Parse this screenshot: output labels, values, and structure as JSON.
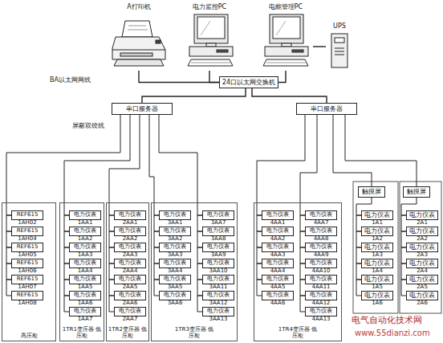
{
  "diagram": {
    "nodes": [
      {
        "text": [
          "A打印机"
        ]
      },
      {
        "text": [
          "电力监控PC"
        ]
      },
      {
        "text": [
          "电能管理PC"
        ]
      },
      {
        "text": [
          "UPS"
        ]
      },
      {
        "text": [
          "24口以太网交换机"
        ]
      },
      {
        "text": [
          "串口服务器"
        ]
      },
      {
        "text": [
          "串口服务器"
        ]
      },
      {
        "text": [
          "高压柜"
        ]
      },
      {
        "text": [
          "REF615",
          "1AH02"
        ],
        "in": 7
      },
      {
        "text": [
          "REF615",
          "1AH04"
        ],
        "in": 7
      },
      {
        "text": [
          "REF615",
          "1AH05"
        ],
        "in": 7
      },
      {
        "text": [
          "REF615",
          "1AH06"
        ],
        "in": 7
      },
      {
        "text": [
          "REF615",
          "1AH07"
        ],
        "in": 7
      },
      {
        "text": [
          "REF615",
          "1AH08"
        ],
        "in": 7
      },
      {
        "text": [
          "1TR1变压器 低压柜"
        ]
      },
      {
        "text": [
          "电力仪表",
          "1AA1"
        ],
        "in": 14
      },
      {
        "text": [
          "电力仪表",
          "1AA2"
        ],
        "in": 14
      },
      {
        "text": [
          "电力仪表",
          "1AA3"
        ],
        "in": 14
      },
      {
        "text": [
          "电力仪表",
          "1AA4"
        ],
        "in": 14
      },
      {
        "text": [
          "电力仪表",
          "1AA5"
        ],
        "in": 14
      },
      {
        "text": [
          "电力仪表",
          "1AA6"
        ],
        "in": 14
      },
      {
        "text": [
          "电力仪表",
          "1AA7"
        ],
        "in": 14
      },
      {
        "text": [
          "1TR2变压器 低压柜"
        ]
      },
      {
        "text": [
          "电力仪表",
          "2AA1"
        ],
        "in": 22
      },
      {
        "text": [
          "电力仪表",
          "2AA2"
        ],
        "in": 22
      },
      {
        "text": [
          "电力仪表",
          "2AA3"
        ],
        "in": 22
      },
      {
        "text": [
          "电力仪表",
          "2AA4"
        ],
        "in": 22
      },
      {
        "text": [
          "电力仪表",
          "2AA5"
        ],
        "in": 22
      },
      {
        "text": [
          "电力仪表",
          "2AA6"
        ],
        "in": 22
      },
      {
        "text": [
          "电力仪表",
          "2AA7"
        ],
        "in": 22
      },
      {
        "text": [
          "1TR3变压器 低压柜"
        ]
      },
      {
        "text": [
          "电力仪表",
          "3AA1"
        ],
        "in": 30
      },
      {
        "text": [
          "电力仪表",
          "3AA2"
        ],
        "in": 30
      },
      {
        "text": [
          "电力仪表",
          "3AA3"
        ],
        "in": 30
      },
      {
        "text": [
          "电力仪表",
          "3AA4"
        ],
        "in": 30
      },
      {
        "text": [
          "电力仪表",
          "3AA5"
        ],
        "in": 30
      },
      {
        "text": [
          "电力仪表",
          "3AA6"
        ],
        "in": 30
      },
      {
        "text": [
          "电力仪表",
          "3AA7"
        ],
        "in": 30
      },
      {
        "text": [
          "电力仪表",
          "3AA8"
        ],
        "in": 30
      },
      {
        "text": [
          "电力仪表",
          "3AA9"
        ],
        "in": 30
      },
      {
        "text": [
          "电力仪表",
          "3AA10"
        ],
        "in": 30
      },
      {
        "text": [
          "电力仪表",
          "3AA11"
        ],
        "in": 30
      },
      {
        "text": [
          "电力仪表",
          "3AA12"
        ],
        "in": 30
      },
      {
        "text": [
          "电力仪表",
          "3AA13"
        ],
        "in": 30
      },
      {
        "text": [
          "1TR4变压器 低压柜"
        ]
      },
      {
        "text": [
          "电力仪表",
          "4AA1"
        ],
        "in": 44
      },
      {
        "text": [
          "电力仪表",
          "4AA2"
        ],
        "in": 44
      },
      {
        "text": [
          "电力仪表",
          "4AA3"
        ],
        "in": 44
      },
      {
        "text": [
          "电力仪表",
          "4AA4"
        ],
        "in": 44
      },
      {
        "text": [
          "电力仪表",
          "4AA5"
        ],
        "in": 44
      },
      {
        "text": [
          "电力仪表",
          "4AA6"
        ],
        "in": 44
      },
      {
        "text": [
          "电力仪表",
          "4AA7"
        ],
        "in": 44
      },
      {
        "text": [
          "电力仪表",
          "4AA8"
        ],
        "in": 44
      },
      {
        "text": [
          "电力仪表",
          "4AA9"
        ],
        "in": 44
      },
      {
        "text": [
          "电力仪表",
          "4AA10"
        ],
        "in": 44
      },
      {
        "text": [
          "电力仪表",
          "4AA11"
        ],
        "in": 44
      },
      {
        "text": [
          "电力仪表",
          "4AA12"
        ],
        "in": 44
      },
      {
        "text": [
          "电力仪表",
          "4AA13"
        ],
        "in": 44
      },
      {
        "text": [
          "触摸屏"
        ]
      },
      {
        "text": [
          "电力仪表",
          "1A1"
        ]
      },
      {
        "text": [
          "电力仪表",
          "1A2"
        ]
      },
      {
        "text": [
          "电力仪表",
          "1A3"
        ]
      },
      {
        "text": [
          "电力仪表",
          "1A4"
        ]
      },
      {
        "text": [
          "电力仪表",
          "1A5"
        ]
      },
      {
        "text": [
          "电力仪表",
          "1A6"
        ]
      },
      {
        "text": [
          "触摸屏"
        ]
      },
      {
        "text": [
          "电力仪表",
          "2A1"
        ]
      },
      {
        "text": [
          "电力仪表",
          "2A2"
        ]
      },
      {
        "text": [
          "电力仪表",
          "2A3"
        ]
      },
      {
        "text": [
          "电力仪表",
          "2A4"
        ]
      },
      {
        "text": [
          "电力仪表",
          "2A5"
        ]
      },
      {
        "text": [
          "电力仪表",
          "2A6"
        ]
      }
    ],
    "edges": [
      {
        "from": 0,
        "to": 4,
        "arrow": "none"
      },
      {
        "from": 1,
        "to": 4,
        "arrow": "none"
      },
      {
        "from": 2,
        "to": 4,
        "arrow": "none"
      },
      {
        "from": 3,
        "to": 2,
        "arrow": "none"
      },
      {
        "from": 4,
        "to": 5,
        "arrow": "none"
      },
      {
        "from": 4,
        "to": 6,
        "arrow": "none"
      },
      {
        "from": 5,
        "to": 8,
        "arrow": "none"
      },
      {
        "from": 5,
        "to": 15,
        "arrow": "none"
      },
      {
        "from": 5,
        "to": 23,
        "arrow": "none"
      },
      {
        "from": 5,
        "to": 31,
        "arrow": "none"
      },
      {
        "from": 5,
        "to": 37,
        "arrow": "none"
      },
      {
        "from": 8,
        "to": 9,
        "arrow": "none"
      },
      {
        "from": 9,
        "to": 10,
        "arrow": "none"
      },
      {
        "from": 10,
        "to": 11,
        "arrow": "none"
      },
      {
        "from": 11,
        "to": 12,
        "arrow": "none"
      },
      {
        "from": 12,
        "to": 13,
        "arrow": "none"
      },
      {
        "from": 15,
        "to": 16,
        "arrow": "none"
      },
      {
        "from": 16,
        "to": 17,
        "arrow": "none"
      },
      {
        "from": 17,
        "to": 18,
        "arrow": "none"
      },
      {
        "from": 18,
        "to": 19,
        "arrow": "none"
      },
      {
        "from": 19,
        "to": 20,
        "arrow": "none"
      },
      {
        "from": 20,
        "to": 21,
        "arrow": "none"
      },
      {
        "from": 23,
        "to": 24,
        "arrow": "none"
      },
      {
        "from": 24,
        "to": 25,
        "arrow": "none"
      },
      {
        "from": 25,
        "to": 26,
        "arrow": "none"
      },
      {
        "from": 26,
        "to": 27,
        "arrow": "none"
      },
      {
        "from": 27,
        "to": 28,
        "arrow": "none"
      },
      {
        "from": 28,
        "to": 29,
        "arrow": "none"
      },
      {
        "from": 31,
        "to": 32,
        "arrow": "none"
      },
      {
        "from": 32,
        "to": 33,
        "arrow": "none"
      },
      {
        "from": 33,
        "to": 34,
        "arrow": "none"
      },
      {
        "from": 34,
        "to": 35,
        "arrow": "none"
      },
      {
        "from": 35,
        "to": 36,
        "arrow": "none"
      },
      {
        "from": 37,
        "to": 38,
        "arrow": "none"
      },
      {
        "from": 38,
        "to": 39,
        "arrow": "none"
      },
      {
        "from": 39,
        "to": 40,
        "arrow": "none"
      },
      {
        "from": 40,
        "to": 41,
        "arrow": "none"
      },
      {
        "from": 41,
        "to": 42,
        "arrow": "none"
      },
      {
        "from": 42,
        "to": 43,
        "arrow": "none"
      },
      {
        "from": 6,
        "to": 45,
        "arrow": "none"
      },
      {
        "from": 6,
        "to": 51,
        "arrow": "none"
      },
      {
        "from": 6,
        "to": 58,
        "arrow": "none"
      },
      {
        "from": 6,
        "to": 65,
        "arrow": "none"
      },
      {
        "from": 45,
        "to": 46,
        "arrow": "none"
      },
      {
        "from": 46,
        "to": 47,
        "arrow": "none"
      },
      {
        "from": 47,
        "to": 48,
        "arrow": "none"
      },
      {
        "from": 48,
        "to": 49,
        "arrow": "none"
      },
      {
        "from": 49,
        "to": 50,
        "arrow": "none"
      },
      {
        "from": 51,
        "to": 52,
        "arrow": "none"
      },
      {
        "from": 52,
        "to": 53,
        "arrow": "none"
      },
      {
        "from": 53,
        "to": 54,
        "arrow": "none"
      },
      {
        "from": 54,
        "to": 55,
        "arrow": "none"
      },
      {
        "from": 55,
        "to": 56,
        "arrow": "none"
      },
      {
        "from": 56,
        "to": 57,
        "arrow": "none"
      },
      {
        "from": 58,
        "to": 59,
        "arrow": "none"
      },
      {
        "from": 59,
        "to": 60,
        "arrow": "none"
      },
      {
        "from": 60,
        "to": 61,
        "arrow": "none"
      },
      {
        "from": 61,
        "to": 62,
        "arrow": "none"
      },
      {
        "from": 62,
        "to": 63,
        "arrow": "none"
      },
      {
        "from": 63,
        "to": 64,
        "arrow": "none"
      },
      {
        "from": 65,
        "to": 66,
        "arrow": "none"
      },
      {
        "from": 66,
        "to": 67,
        "arrow": "none"
      },
      {
        "from": 67,
        "to": 68,
        "arrow": "none"
      },
      {
        "from": 68,
        "to": 69,
        "arrow": "none"
      },
      {
        "from": 69,
        "to": 70,
        "arrow": "none"
      },
      {
        "from": 70,
        "to": 71,
        "arrow": "none"
      }
    ],
    "labels": [
      "BA以太网网线",
      "屏蔽双绞线",
      "电气自动化技术网",
      "www.55dianzi.com"
    ]
  }
}
